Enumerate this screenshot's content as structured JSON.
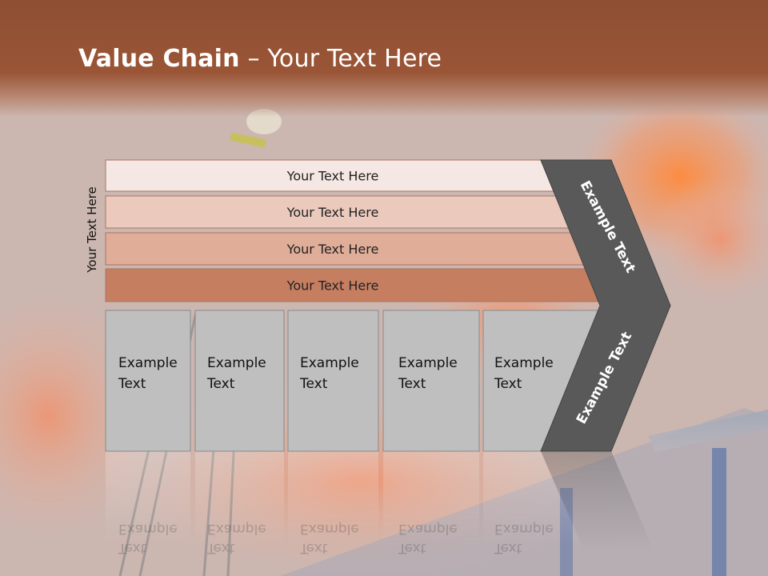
{
  "slide": {
    "title_bold": "Value Chain",
    "title_rest": " – Your Text Here"
  },
  "side_label": "Your Text Here",
  "bars": [
    {
      "label": "Your Text Here",
      "fill": "#f5e7e3"
    },
    {
      "label": "Your Text Here",
      "fill": "#ebcabd"
    },
    {
      "label": "Your Text Here",
      "fill": "#e0ad98"
    },
    {
      "label": "Your Text Here",
      "fill": "#c67e61"
    }
  ],
  "boxes": [
    {
      "line1": "Example",
      "line2": "Text"
    },
    {
      "line1": "Example",
      "line2": "Text"
    },
    {
      "line1": "Example",
      "line2": "Text"
    },
    {
      "line1": "Example",
      "line2": "Text"
    },
    {
      "line1": "Example",
      "line2": "Text"
    }
  ],
  "chevron": {
    "upper_label": "Example Text",
    "lower_label": "Example Text",
    "fill": "#595959"
  },
  "colors": {
    "title_bar": "#9a5536",
    "box_fill": "#bfbfbf",
    "box_stroke": "#8a8a8a"
  }
}
